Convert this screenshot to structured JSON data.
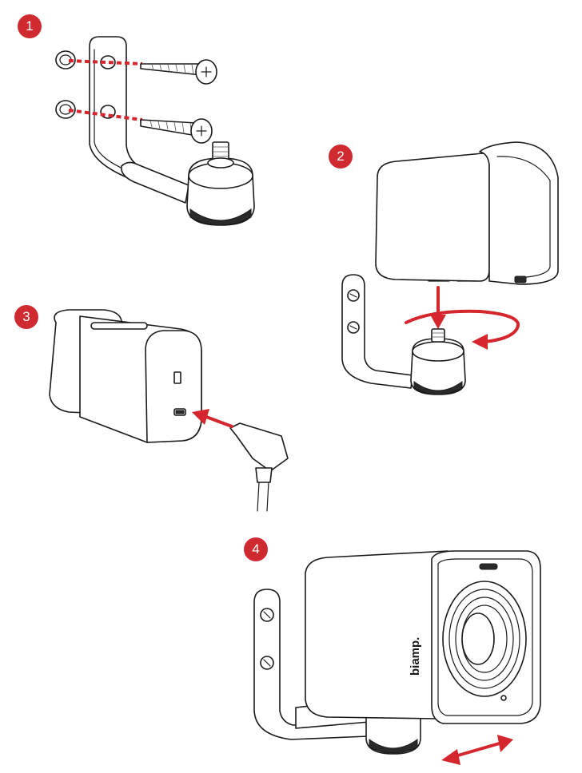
{
  "steps": [
    {
      "number": "1"
    },
    {
      "number": "2"
    },
    {
      "number": "3"
    },
    {
      "number": "4"
    }
  ],
  "brand_label": "biamp.",
  "colors": {
    "accent": "#d4262c",
    "badge": "#cf2a2f",
    "line": "#1a1a1a"
  }
}
